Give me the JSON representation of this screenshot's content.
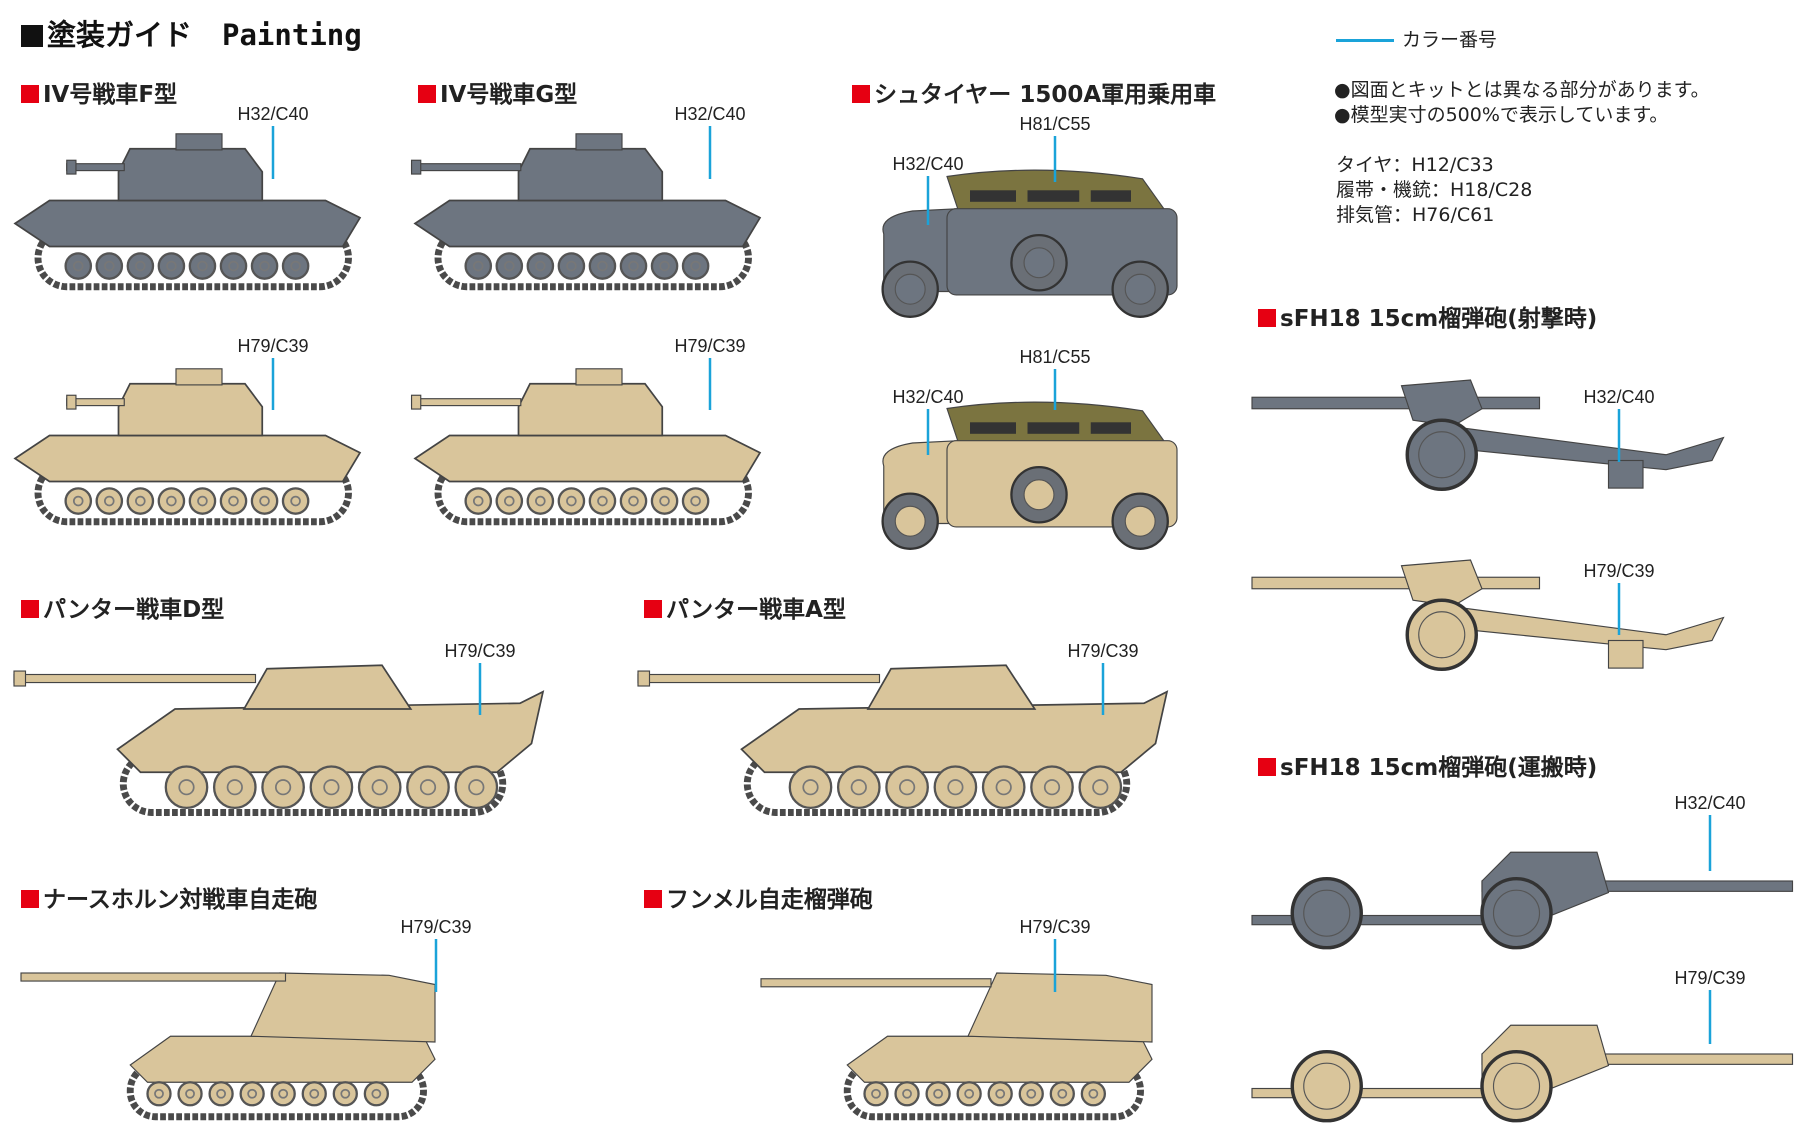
{
  "title": {
    "jp": "塗装ガイド",
    "en": "Painting"
  },
  "legend": {
    "label": "カラー番号",
    "color": "#1aa3d9"
  },
  "notes": [
    "●図面とキットとは異なる部分があります。",
    "●模型実寸の500%で表示しています。"
  ],
  "paints": [
    "タイヤ：H12/C33",
    "履帯・機銃：H18/C28",
    "排気管：H76/C61"
  ],
  "sections": {
    "pz4f": "IV号戦車F型",
    "pz4g": "IV号戦車G型",
    "steyr": "シュタイヤー 1500A軍用乗用車",
    "sfh_fire": "sFH18 15cm榴弾砲(射撃時)",
    "pantherd": "パンター戦車D型",
    "panthera": "パンター戦車A型",
    "sfh_transport": "sFH18 15cm榴弾砲(運搬時)",
    "nashorn": "ナースホルン対戦車自走砲",
    "hummel": "フンメル自走榴弾砲"
  },
  "labels": {
    "grey": "H32/C40",
    "sand": "H79/C39",
    "olive": "H81/C55"
  },
  "colors": {
    "grey": "#6d7580",
    "sand": "#d9c59b",
    "olive": "#7b7440",
    "track": "#4a4a4a",
    "accent": "#e60012"
  }
}
